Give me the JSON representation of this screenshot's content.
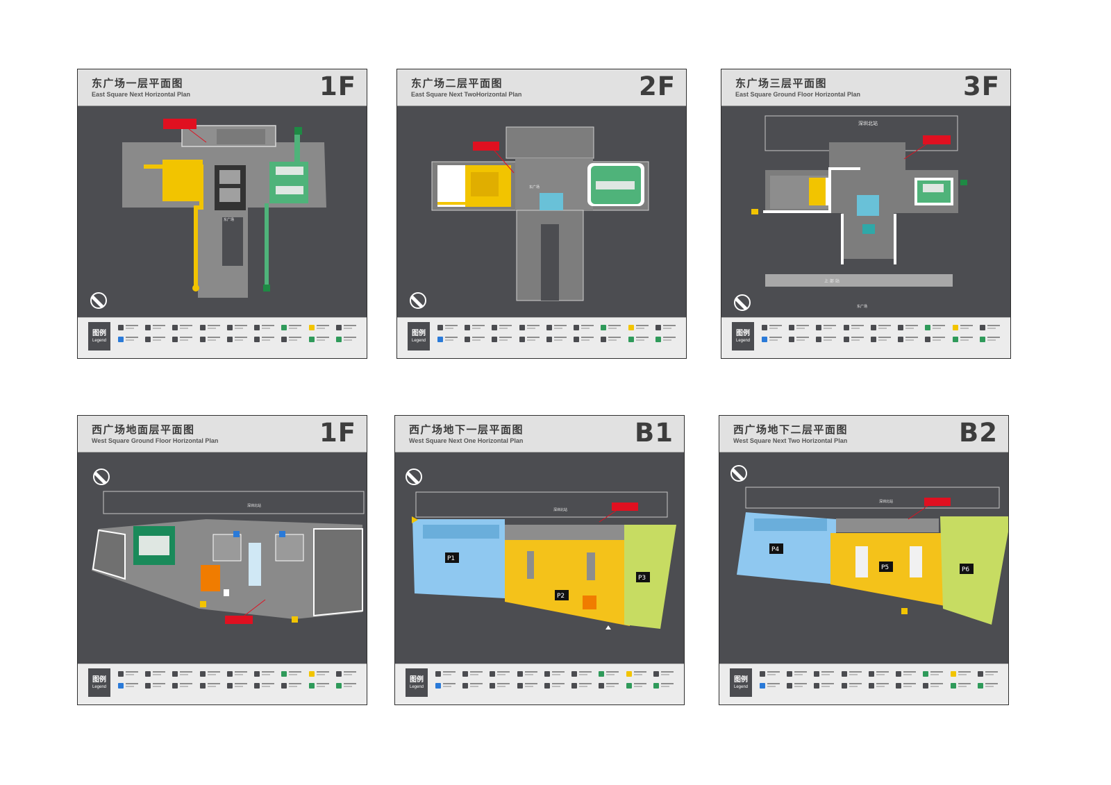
{
  "panels": [
    {
      "title_cn": "东广场一层平面图",
      "title_en": "East Square Next Horizontal Plan",
      "floor": "1F"
    },
    {
      "title_cn": "东广场二层平面图",
      "title_en": "East Square Next TwoHorizontal Plan",
      "floor": "2F"
    },
    {
      "title_cn": "东广场三层平面图",
      "title_en": "East Square Ground Floor Horizontal Plan",
      "floor": "3F"
    },
    {
      "title_cn": "西广场地面层平面图",
      "title_en": "West Square Ground Floor Horizontal Plan",
      "floor": "1F"
    },
    {
      "title_cn": "西广场地下一层平面图",
      "title_en": "West Square Next One Horizontal Plan",
      "floor": "B1"
    },
    {
      "title_cn": "西广场地下二层平面图",
      "title_en": "West Square Next Two Horizontal Plan",
      "floor": "B2"
    }
  ],
  "legend": {
    "title_cn": "图例",
    "title_en": "Legend"
  },
  "map_labels": {
    "shenzhen_north": "深圳北站",
    "east_square": "东广场",
    "parking": [
      "P1",
      "P2",
      "P3",
      "P4",
      "P5",
      "P6"
    ]
  },
  "colors": {
    "panel_bg": "#4c4d51",
    "header_bg": "#e1e1e1",
    "floor_gray": "#8a8a8a",
    "taxi_yellow": "#f2c400",
    "bus_green": "#4fb37a",
    "parking_blue": "#8fc8f0",
    "parking_lime": "#c7dc62",
    "you_are_here_red": "#e01020"
  },
  "icons": [
    "compass-icon",
    "you-are-here-marker",
    "taxi-icon",
    "bus-icon",
    "parking-icon",
    "exit-arrow-icon"
  ]
}
